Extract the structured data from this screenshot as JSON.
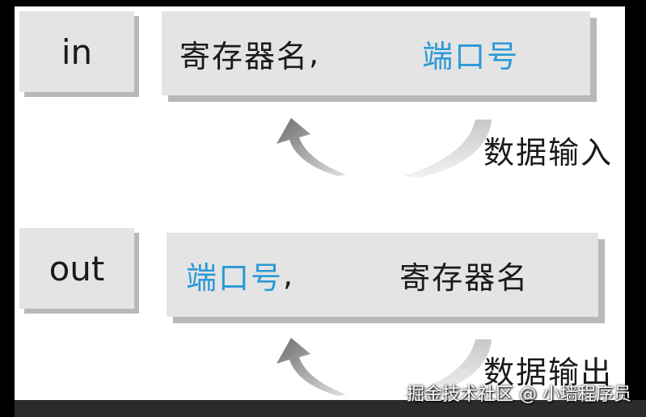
{
  "in_row": {
    "instruction": "in",
    "register": "寄存器名",
    "comma": ",",
    "port": "端口号",
    "caption": "数据输入"
  },
  "out_row": {
    "instruction": "out",
    "port": "端口号",
    "comma": ",",
    "register": "寄存器名",
    "caption": "数据输出"
  },
  "watermark": "掘金技术社区 @ 小墙程序员",
  "colors": {
    "port_text": "#2a9ad6",
    "box_fill": "#e4e4e4",
    "box_shadow": "#b8b8b8",
    "arrow": "#8a8a8a"
  }
}
